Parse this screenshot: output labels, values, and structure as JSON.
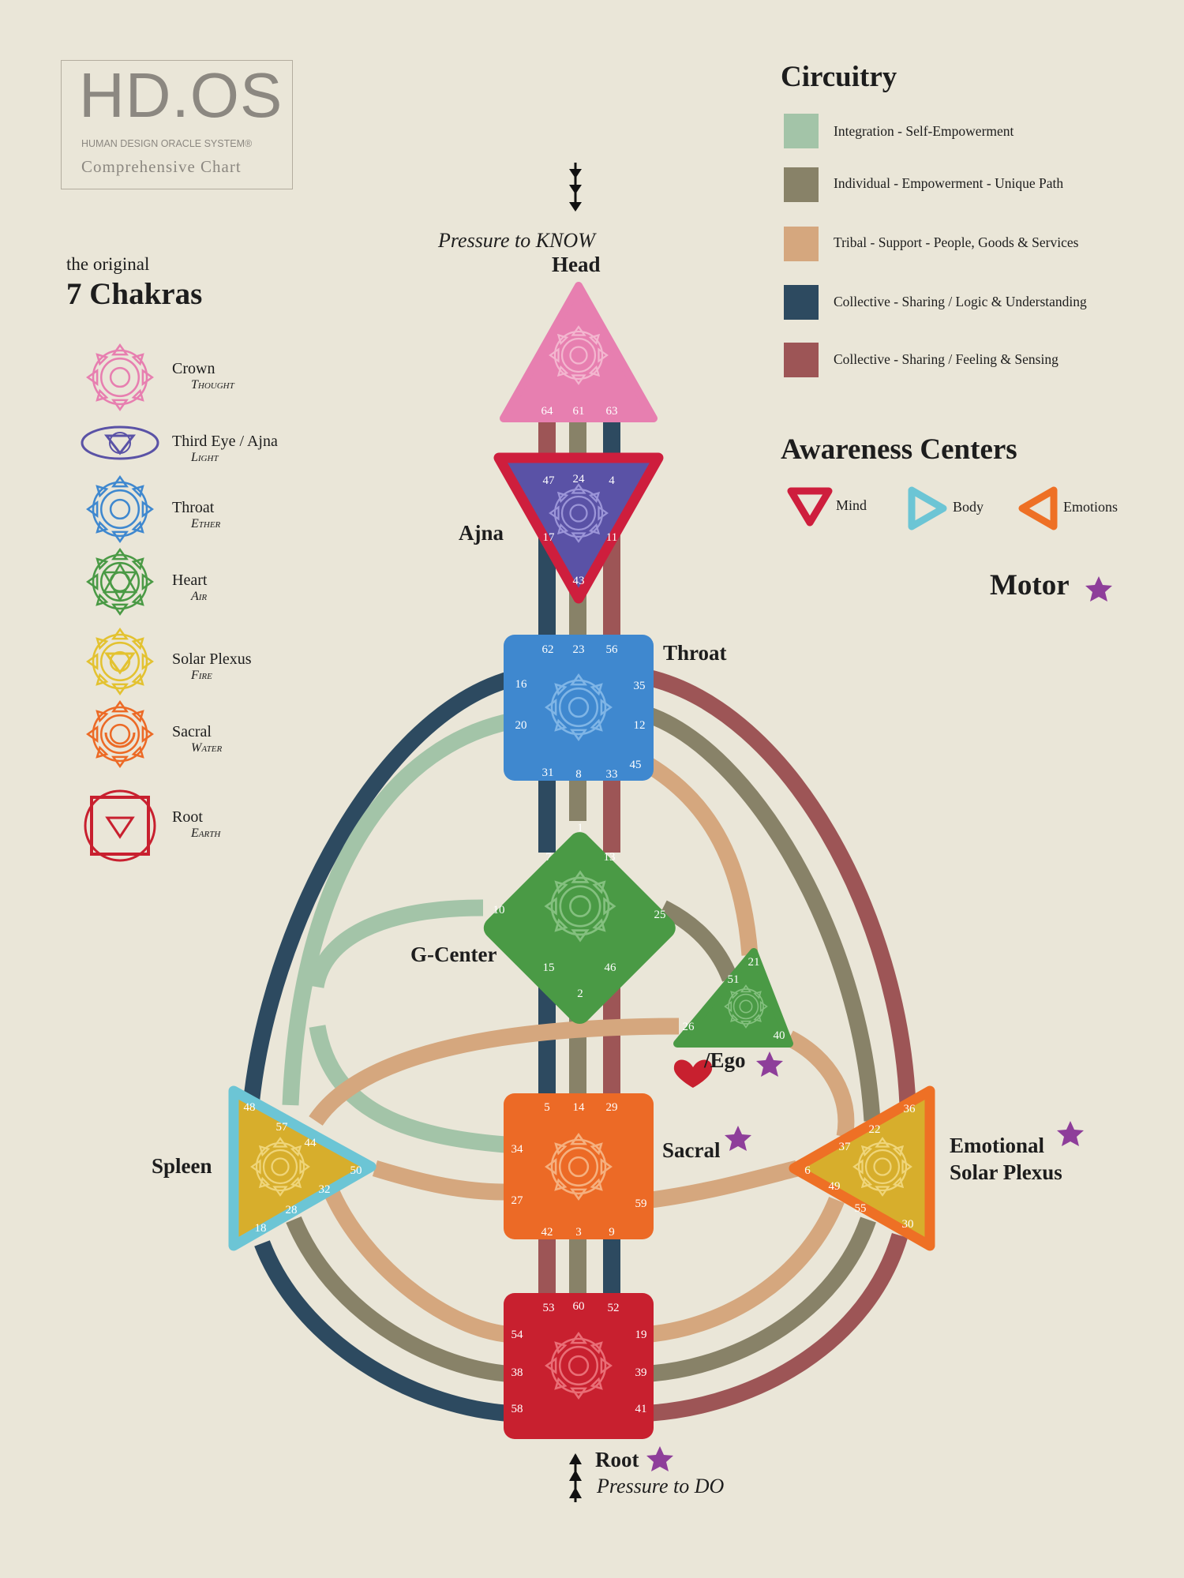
{
  "logo": {
    "title": "HD.OS",
    "subtitle": "HUMAN DESIGN ORACLE SYSTEM®",
    "description": "Comprehensive Chart"
  },
  "chakras": {
    "heading_small": "the original",
    "heading_big": "7 Chakras",
    "items": [
      {
        "name": "Crown",
        "element": "Thought",
        "color": "#E77FB0"
      },
      {
        "name": "Third Eye / Ajna",
        "element": "Light",
        "color": "#5A52A6"
      },
      {
        "name": "Throat",
        "element": "Ether",
        "color": "#3F88CF"
      },
      {
        "name": "Heart",
        "element": "Air",
        "color": "#4A9A45"
      },
      {
        "name": "Solar Plexus",
        "element": "Fire",
        "color": "#E3C230"
      },
      {
        "name": "Sacral",
        "element": "Water",
        "color": "#EC6A26"
      },
      {
        "name": "Root",
        "element": "Earth",
        "color": "#C8202F"
      }
    ]
  },
  "circuitry": {
    "heading": "Circuitry",
    "items": [
      {
        "label": "Integration - Self-Empowerment",
        "color": "#A3C4A8"
      },
      {
        "label": "Individual - Empowerment - Unique Path",
        "color": "#888268"
      },
      {
        "label": "Tribal - Support - People, Goods & Services",
        "color": "#D5A77E"
      },
      {
        "label": "Collective - Sharing / Logic & Understanding",
        "color": "#2D4A60"
      },
      {
        "label": "Collective - Sharing / Feeling & Sensing",
        "color": "#9D5556"
      }
    ]
  },
  "awareness": {
    "heading": "Awareness Centers",
    "items": [
      {
        "label": "Mind",
        "color": "#CE1E3D"
      },
      {
        "label": "Body",
        "color": "#6CC5D5"
      },
      {
        "label": "Emotions",
        "color": "#EE7025"
      }
    ]
  },
  "motor": {
    "label": "Motor",
    "color": "#8E3E9A"
  },
  "pressure": {
    "top": "Pressure to KNOW",
    "bottom": "Pressure to DO"
  },
  "centers": {
    "head": {
      "label": "Head",
      "gates": [
        "64",
        "61",
        "63"
      ]
    },
    "ajna": {
      "label": "Ajna",
      "gates": [
        "47",
        "24",
        "4",
        "17",
        "11",
        "43"
      ]
    },
    "throat": {
      "label": "Throat",
      "gates": [
        "62",
        "23",
        "56",
        "16",
        "35",
        "20",
        "12",
        "45",
        "31",
        "8",
        "33"
      ]
    },
    "g": {
      "label": "G-Center",
      "gates": [
        "1",
        "7",
        "13",
        "10",
        "25",
        "15",
        "46",
        "2"
      ]
    },
    "heart": {
      "label": "/Ego",
      "gates": [
        "21",
        "51",
        "26",
        "40"
      ]
    },
    "sacral": {
      "label": "Sacral",
      "gates": [
        "5",
        "14",
        "29",
        "34",
        "27",
        "59",
        "42",
        "3",
        "9"
      ]
    },
    "spleen": {
      "label": "Spleen",
      "gates": [
        "48",
        "57",
        "44",
        "50",
        "32",
        "28",
        "18"
      ]
    },
    "solar": {
      "label_line1": "Emotional",
      "label_line2": "Solar Plexus",
      "gates": [
        "36",
        "22",
        "37",
        "6",
        "49",
        "55",
        "30"
      ]
    },
    "root": {
      "label": "Root",
      "gates": [
        "53",
        "60",
        "52",
        "54",
        "19",
        "38",
        "39",
        "58",
        "41"
      ]
    }
  }
}
